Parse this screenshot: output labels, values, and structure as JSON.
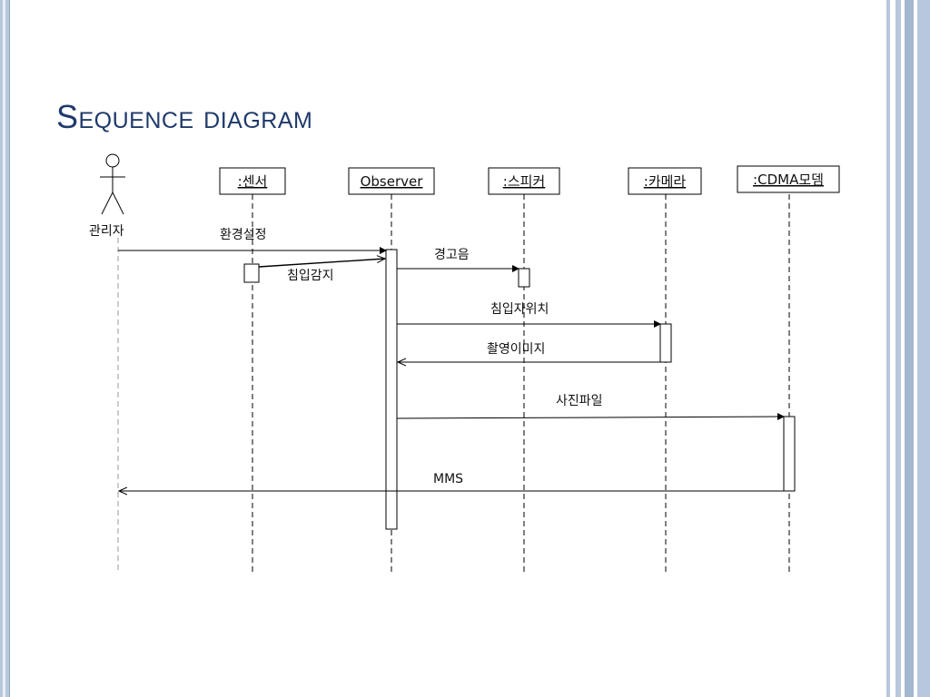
{
  "slide": {
    "title": "Sequence diagram"
  },
  "actor": {
    "label": "관리자"
  },
  "lifelines": [
    {
      "id": "sensor",
      "label": ":센서"
    },
    {
      "id": "observer",
      "label": "Observer"
    },
    {
      "id": "speaker",
      "label": ":스피커"
    },
    {
      "id": "camera",
      "label": ":카메라"
    },
    {
      "id": "cdma",
      "label": ":CDMA모뎀"
    }
  ],
  "messages": [
    {
      "label": "환경설정"
    },
    {
      "label": "경고음"
    },
    {
      "label": "침입감지"
    },
    {
      "label": "침입자위치"
    },
    {
      "label": "촬영이미지"
    },
    {
      "label": "사진파일"
    },
    {
      "label": "MMS"
    }
  ]
}
